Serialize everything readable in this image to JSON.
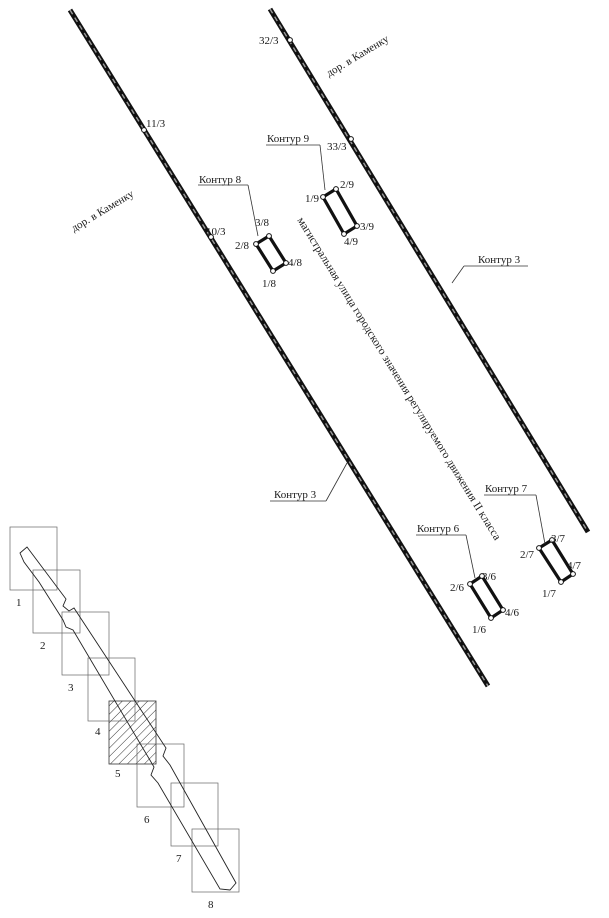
{
  "map": {
    "road_labels": [
      "дор. в Каменку",
      "дор. в Каменку"
    ],
    "street_label": "магистральная улица городского значения регулируемого движения II класса",
    "boundary_points": [
      "11/3",
      "10/3",
      "32/3",
      "33/3"
    ],
    "contour_labels": {
      "left_boundary": "Контур 3",
      "right_boundary": "Контур 3",
      "c6": "Контур 6",
      "c7": "Контур 7",
      "c8": "Контур 8",
      "c9": "Контур 9"
    },
    "plots": {
      "c6": [
        "1/6",
        "2/6",
        "3/6",
        "4/6"
      ],
      "c7": [
        "1/7",
        "2/7",
        "3/7",
        "4/7"
      ],
      "c8": [
        "1/8",
        "2/8",
        "3/8",
        "4/8"
      ],
      "c9": [
        "1/9",
        "2/9",
        "3/9",
        "4/9"
      ]
    }
  },
  "index_map": {
    "sheets": [
      "1",
      "2",
      "3",
      "4",
      "5",
      "6",
      "7",
      "8"
    ],
    "highlighted_sheet": "5"
  }
}
